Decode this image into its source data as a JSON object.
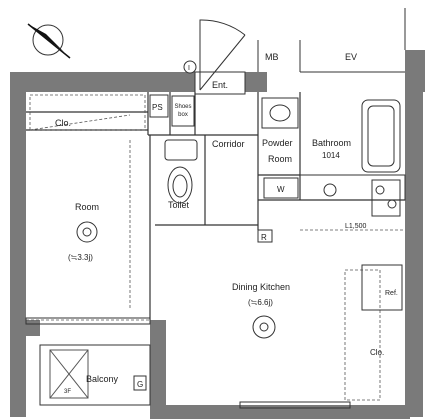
{
  "floorplan": {
    "rooms": {
      "ent": "Ent.",
      "shoes_box_1": "Shoes",
      "shoes_box_2": "box",
      "ps": "PS",
      "clo_top": "Clo.",
      "corridor": "Corridor",
      "powder_room_1": "Powder",
      "powder_room_2": "Room",
      "bathroom": "Bathroom",
      "bathroom_code": "1014",
      "toilet": "Toilet",
      "room": "Room",
      "room_size": "(≒3.3j)",
      "dining_kitchen": "Dining Kitchen",
      "dk_size": "(≒6.6j)",
      "balcony": "Balcony",
      "mb": "MB",
      "ev": "EV",
      "ref": "Ref.",
      "clo_right": "Clo.",
      "counter": "L1,500",
      "washer": "W",
      "ac_unit": "3F",
      "gas": "G",
      "meter_i": "I",
      "outlet_r": "R"
    }
  }
}
